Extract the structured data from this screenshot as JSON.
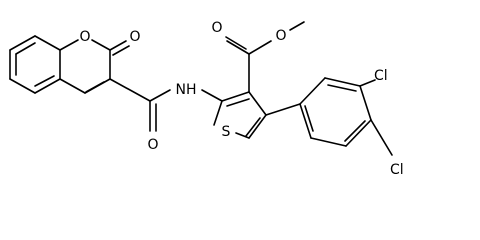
{
  "colors": {
    "ink": "#000000",
    "background": "#ffffff"
  },
  "atom_labels": {
    "coumarin_ring_oxygen": "O",
    "coumarin_carbonyl_oxygen": "O",
    "amide_nitrogen": "NH",
    "amide_oxygen": "O",
    "ester_carbonyl_oxygen": "O",
    "ester_ether_oxygen": "O",
    "thiophene_sulfur": "S",
    "chlorine_para": "Cl",
    "chlorine_meta": "Cl"
  }
}
